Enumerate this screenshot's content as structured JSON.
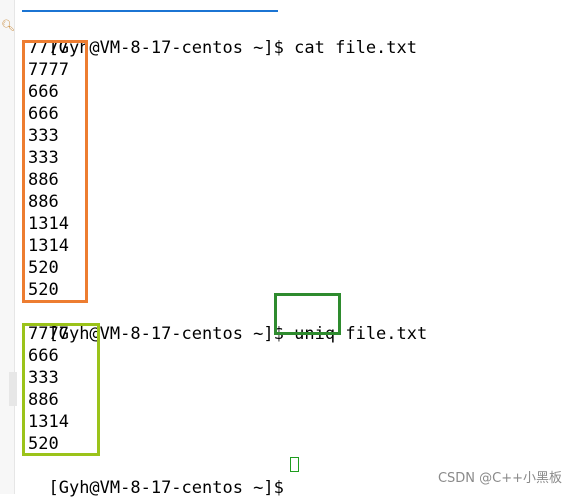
{
  "terminal": {
    "prompt": "[Gyh@VM-8-17-centos ~]$",
    "cat_command": {
      "cmd": "cat",
      "arg": "file.txt"
    },
    "cat_output": [
      "7777",
      "7777",
      "666",
      "666",
      "333",
      "333",
      "886",
      "886",
      "1314",
      "1314",
      "520",
      "520"
    ],
    "uniq_command": {
      "cmd": "uniq",
      "arg": "file.txt"
    },
    "uniq_output": [
      "7777",
      "666",
      "333",
      "886",
      "1314",
      "520"
    ]
  },
  "watermark": "CSDN @C++小黑板",
  "colors": {
    "orange_highlight": "#ed7d31",
    "lime_highlight": "#9bc31a",
    "green_highlight": "#2e8b2e",
    "cursor": "#1f9d1f",
    "tab_accent": "#1b74d3"
  }
}
